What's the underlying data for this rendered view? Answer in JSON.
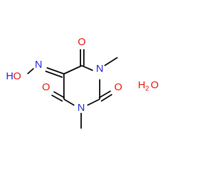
{
  "molecule": {
    "atoms": {
      "O_carbonyl_top": "O",
      "N_right": "N",
      "O_carbonyl_right": "O",
      "N_bottom": "N",
      "O_carbonyl_left": "O",
      "N_oxime": "N",
      "O_hydroxyl": "O",
      "H_hydroxyl": "H"
    },
    "water": {
      "h": "H",
      "sub": "2",
      "o": "O"
    }
  },
  "colors": {
    "oxygen": "#e8100a",
    "nitrogen": "#1f1fe0",
    "bond": "#000000",
    "background": "#ffffff"
  }
}
